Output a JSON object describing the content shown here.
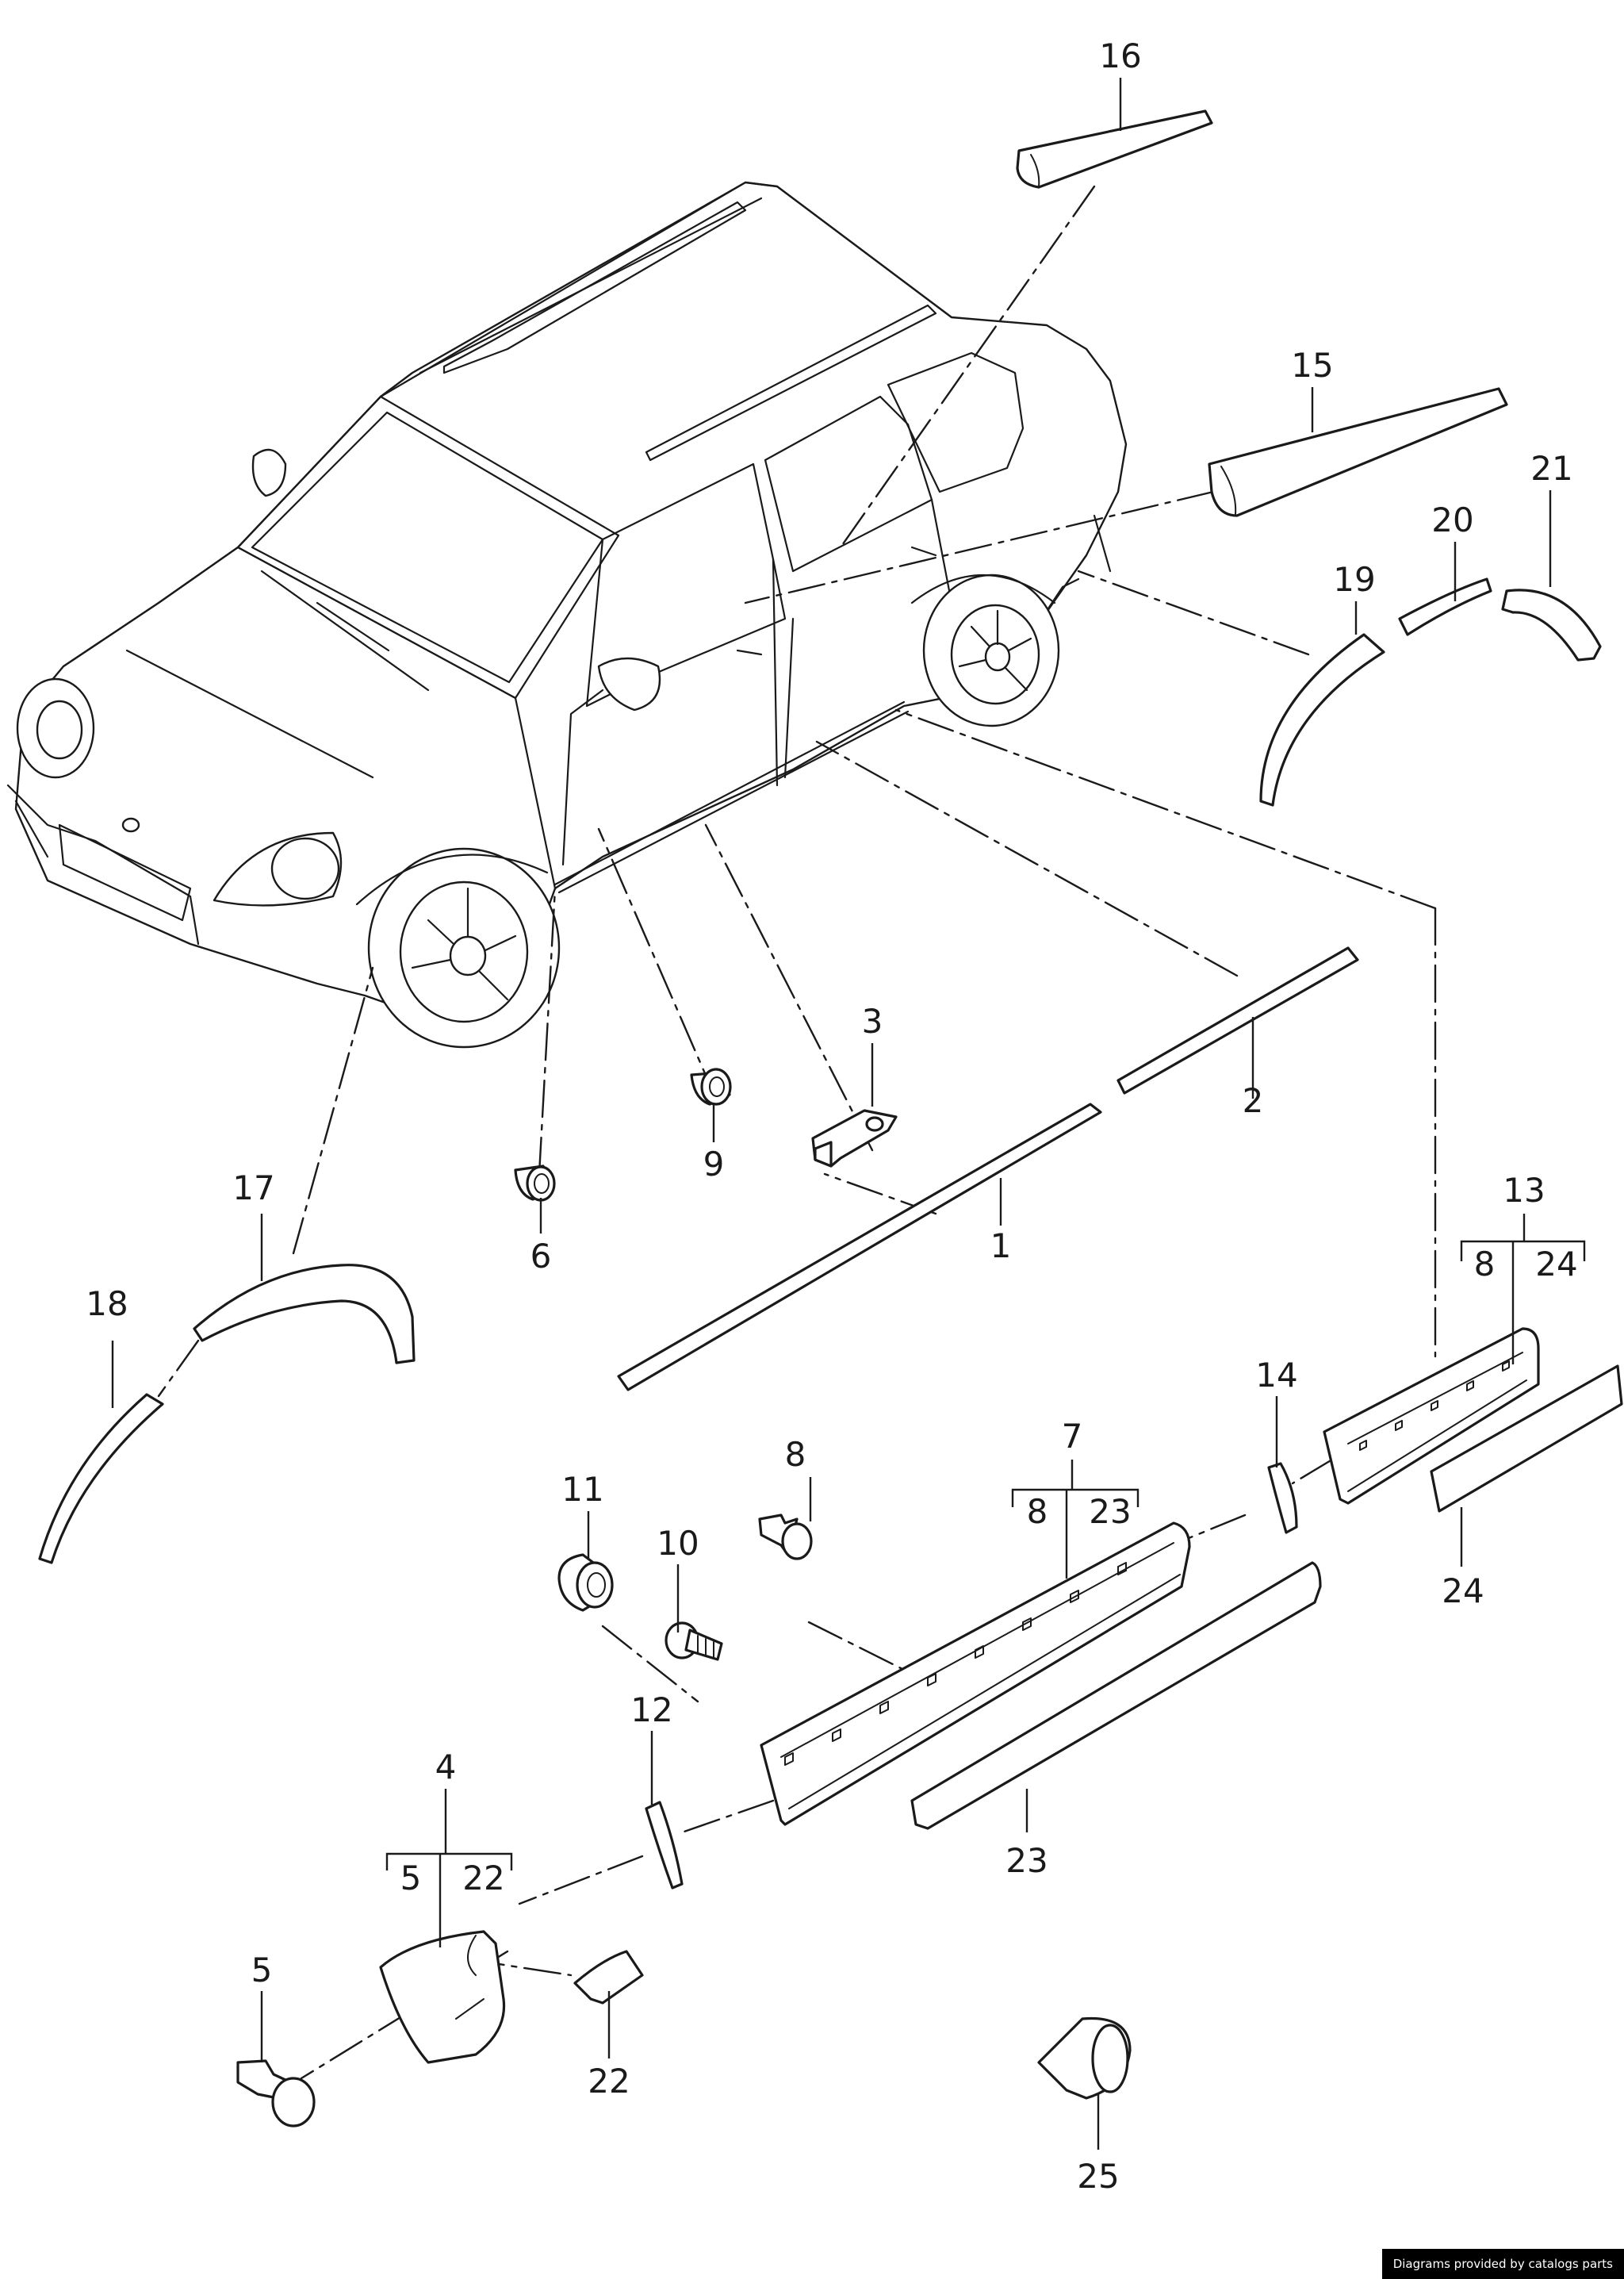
{
  "callouts": [
    "1",
    "2",
    "3",
    "4",
    "5",
    "6",
    "7",
    "8",
    "9",
    "10",
    "11",
    "12",
    "13",
    "14",
    "15",
    "16",
    "17",
    "18",
    "19",
    "20",
    "21",
    "22",
    "23",
    "24",
    "25"
  ],
  "sub_callouts": {
    "group_4": [
      "5",
      "22"
    ],
    "group_7": [
      "8",
      "23"
    ],
    "group_13": [
      "8",
      "24"
    ]
  },
  "credit": "Diagrams provided by catalogs parts"
}
